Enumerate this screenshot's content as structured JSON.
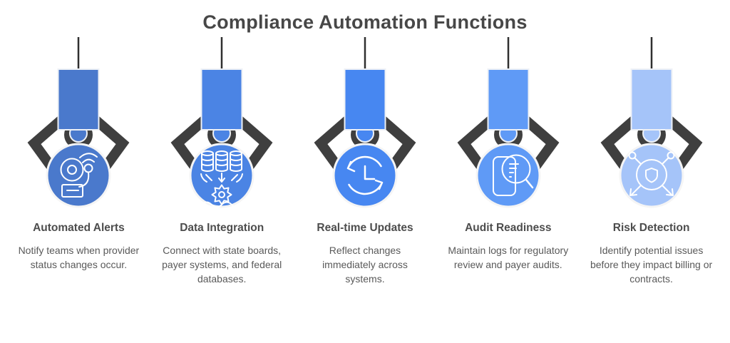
{
  "title": "Compliance Automation Functions",
  "colors": {
    "background": "#ffffff",
    "title_text": "#474747",
    "heading_text": "#4d4d4d",
    "body_text": "#595959",
    "claw_gray": "#3f3f3f",
    "icon_stroke": "#ffffff"
  },
  "items": [
    {
      "title": "Automated Alerts",
      "description": "Notify teams when provider status changes occur.",
      "accent": "#4a79cc",
      "icon": "alarm-bell-icon"
    },
    {
      "title": "Data Integration",
      "description": "Connect with state boards, payer systems, and federal databases.",
      "accent": "#4b84e4",
      "icon": "database-integration-icon"
    },
    {
      "title": "Real-time Updates",
      "description": "Reflect changes immediately across systems.",
      "accent": "#4787f1",
      "icon": "sync-clock-icon"
    },
    {
      "title": "Audit Readiness",
      "description": "Maintain logs for regulatory review and payer audits.",
      "accent": "#5f9af6",
      "icon": "document-search-icon"
    },
    {
      "title": "Risk Detection",
      "description": "Identify potential issues before they impact billing or contracts.",
      "accent": "#a5c4f9",
      "icon": "shield-network-icon"
    }
  ]
}
